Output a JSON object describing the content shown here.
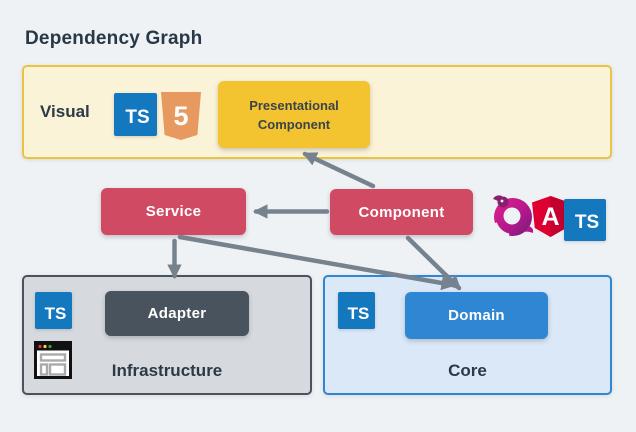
{
  "title": "Dependency Graph",
  "groups": {
    "visual": {
      "label": "Visual"
    },
    "infrastructure": {
      "label": "Infrastructure"
    },
    "core": {
      "label": "Core"
    }
  },
  "nodes": {
    "presentational_component": {
      "line1": "Presentational",
      "line2": "Component"
    },
    "service": {
      "label": "Service"
    },
    "component": {
      "label": "Component"
    },
    "adapter": {
      "label": "Adapter"
    },
    "domain": {
      "label": "Domain"
    }
  },
  "icons": {
    "typescript": {
      "label": "TS"
    },
    "html5": {
      "label": "5"
    },
    "angular": {
      "label": "A"
    },
    "rxjs": {
      "name": "rxjs-logo"
    },
    "browser": {
      "name": "browser-window-icon"
    }
  },
  "edges": [
    {
      "from": "component",
      "to": "presentational_component"
    },
    {
      "from": "component",
      "to": "service"
    },
    {
      "from": "service",
      "to": "adapter"
    },
    {
      "from": "service",
      "to": "domain"
    },
    {
      "from": "component",
      "to": "domain"
    }
  ],
  "colors": {
    "background": "#eff2f5",
    "accent_red": "#d14a63",
    "accent_gold": "#f3c42f",
    "accent_blue": "#2f87d3",
    "dark_slate": "#49535e",
    "arrow_gray": "#76838f",
    "text_dark": "#2b3948",
    "ts_blue": "#1478bf",
    "html5_orange": "#e8995f",
    "angular_red": "#dd0031",
    "visual_fill": "#fbf3d7",
    "visual_border": "#e9c440",
    "infra_fill": "#d6dade",
    "core_fill": "#dbe8f7"
  }
}
